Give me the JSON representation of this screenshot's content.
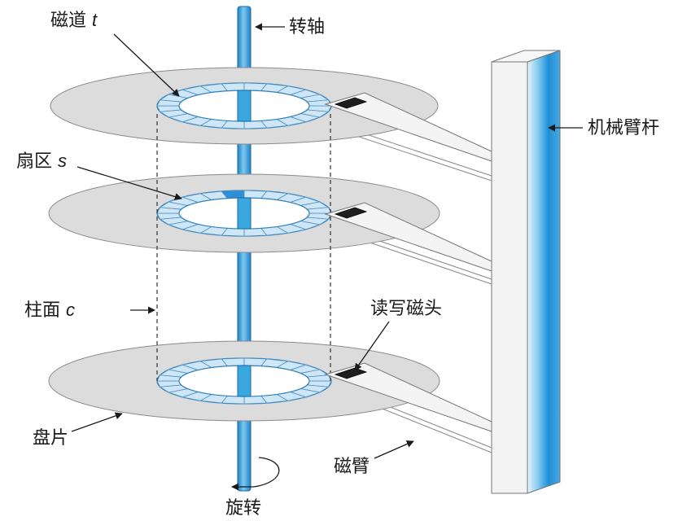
{
  "labels": {
    "track": "磁道",
    "track_var": "t",
    "spindle": "转轴",
    "sector": "扇区",
    "sector_var": "s",
    "arm_assembly": "机械臂杆",
    "cylinder": "柱面",
    "cylinder_var": "c",
    "rw_head": "读写磁头",
    "platter": "盘片",
    "arm": "磁臂",
    "rotation": "旋转"
  },
  "colors": {
    "platter_fill": "#dcdcdc",
    "platter_stroke": "#8a8a8a",
    "spindle": "#3aa7de",
    "track_fill": "#cfe6f6",
    "sector_highlight": "#2f8fd6",
    "head": "#1e1e1e",
    "arm_fill": "#f4f4f4",
    "text": "#1a1a1a"
  }
}
